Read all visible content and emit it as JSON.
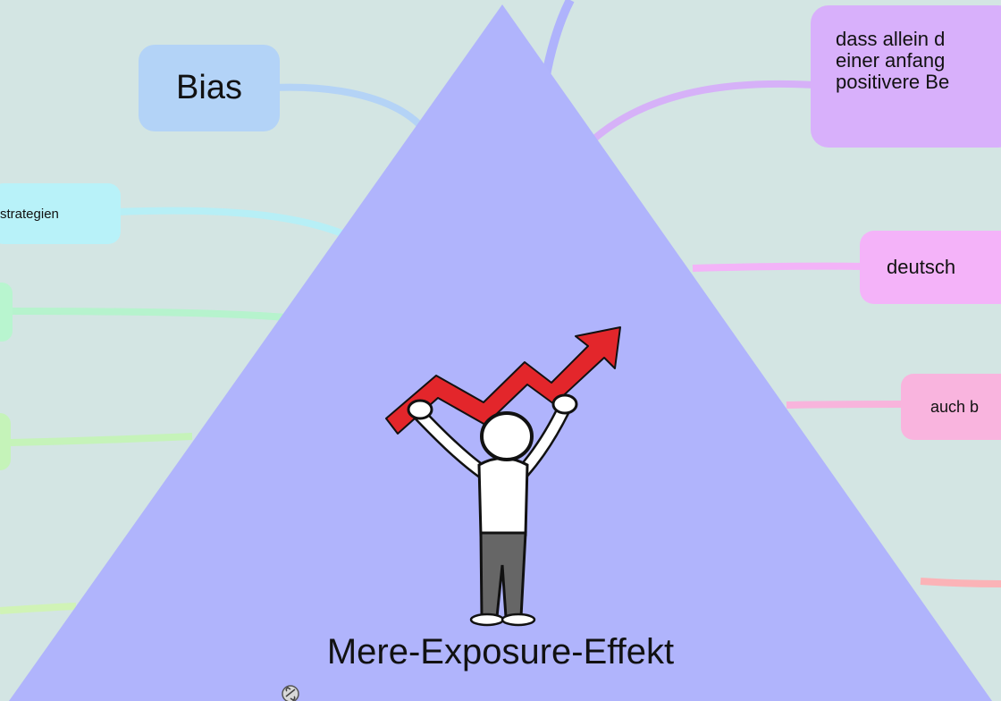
{
  "central_topic": {
    "title": "Mere-Exposure-Effekt",
    "illustration": "person-lifting-rising-arrow"
  },
  "branches": [
    {
      "id": "bias",
      "label": "Bias",
      "color": "#b3d3f7"
    },
    {
      "id": "strategien",
      "label": "strategien",
      "color": "#b8f2f9"
    },
    {
      "id": "green1",
      "label": "",
      "color": "#b8f5cf"
    },
    {
      "id": "green2",
      "label": "",
      "color": "#c5f3b9"
    },
    {
      "id": "dass",
      "label": "dass allein d\neiner anfang\npositivere Be",
      "color": "#d8b0fb"
    },
    {
      "id": "deutsch",
      "label": "deutsch",
      "color": "#f4b3f9"
    },
    {
      "id": "auch",
      "label": "auch b",
      "color": "#f9b4de"
    }
  ],
  "colors": {
    "background": "#d3e5e3",
    "central_triangle": "#b0b4fc",
    "arrow": "#e3262b"
  },
  "icons": [
    "link-icon"
  ]
}
